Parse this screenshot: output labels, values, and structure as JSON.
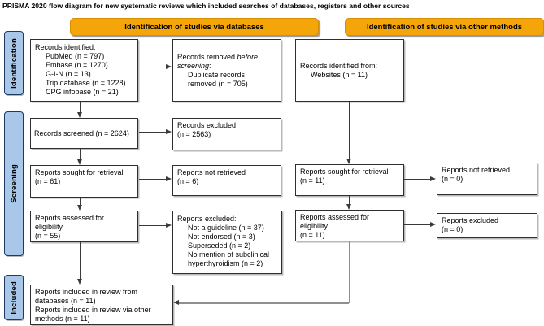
{
  "title": "PRISMA 2020 flow diagram for new systematic reviews which included searches of databases, registers and other sources",
  "colors": {
    "header": "#F3A509",
    "sidebar": "#A9C7E8",
    "boxborder": "#2f2f2f",
    "arrow": "#3a3a3a",
    "elbow": "#8f8f8f"
  },
  "headers": {
    "databases": "Identification of studies via databases",
    "other_methods": "Identification of studies via other methods"
  },
  "sidebar": {
    "identification": "Identification",
    "screening": "Screening",
    "included": "Included"
  },
  "boxes": {
    "records_identified": {
      "title": "Records identified:",
      "items": [
        "PubMed (n = 797)",
        "Embase (n = 1270)",
        "G-I-N (n = 13)",
        "Trip database (n = 1228)",
        "CPG infobase (n = 21)"
      ]
    },
    "records_removed": {
      "l1_normal": "Records removed",
      "l1_italic": "before",
      "l2_italic": "screening",
      "l2_normal": ":",
      "items": [
        "Duplicate records",
        "removed (n = 705)"
      ]
    },
    "records_identified_other": {
      "title": "Records identified from:",
      "items": [
        "Websites (n = 11)"
      ]
    },
    "records_screened": {
      "lines": [
        "Records screened (n = 2624)"
      ]
    },
    "records_excluded": {
      "lines": [
        "Records excluded",
        "(n = 2563)"
      ]
    },
    "reports_sought_db": {
      "lines": [
        "Reports sought for retrieval",
        "(n = 61)"
      ]
    },
    "reports_not_retrieved_db": {
      "lines": [
        "Reports not retrieved",
        "(n = 6)"
      ]
    },
    "reports_sought_other": {
      "lines": [
        "Reports sought for retrieval",
        "(n = 11)"
      ]
    },
    "reports_not_retrieved_other": {
      "lines": [
        "Reports not retrieved",
        "(n = 0)"
      ]
    },
    "reports_assessed_db": {
      "lines": [
        "Reports assessed for",
        "eligibility",
        "(n = 55)"
      ]
    },
    "reports_excluded_db": {
      "title": "Reports excluded:",
      "items": [
        "Not a guideline (n = 37)",
        "Not endorsed (n = 3)",
        "Superseded (n = 2)",
        "No mention of subclinical",
        "hyperthyroidism (n = 2)"
      ]
    },
    "reports_assessed_other": {
      "lines": [
        "Reports assessed for",
        "eligibility",
        "(n = 11)"
      ]
    },
    "reports_excluded_other": {
      "lines": [
        "Reports excluded",
        "(n = 0)"
      ]
    },
    "included": {
      "lines": [
        "Reports included in review from",
        "databases (n = 11)",
        "Reports included in review via other",
        "methods (n = 11)"
      ]
    }
  }
}
